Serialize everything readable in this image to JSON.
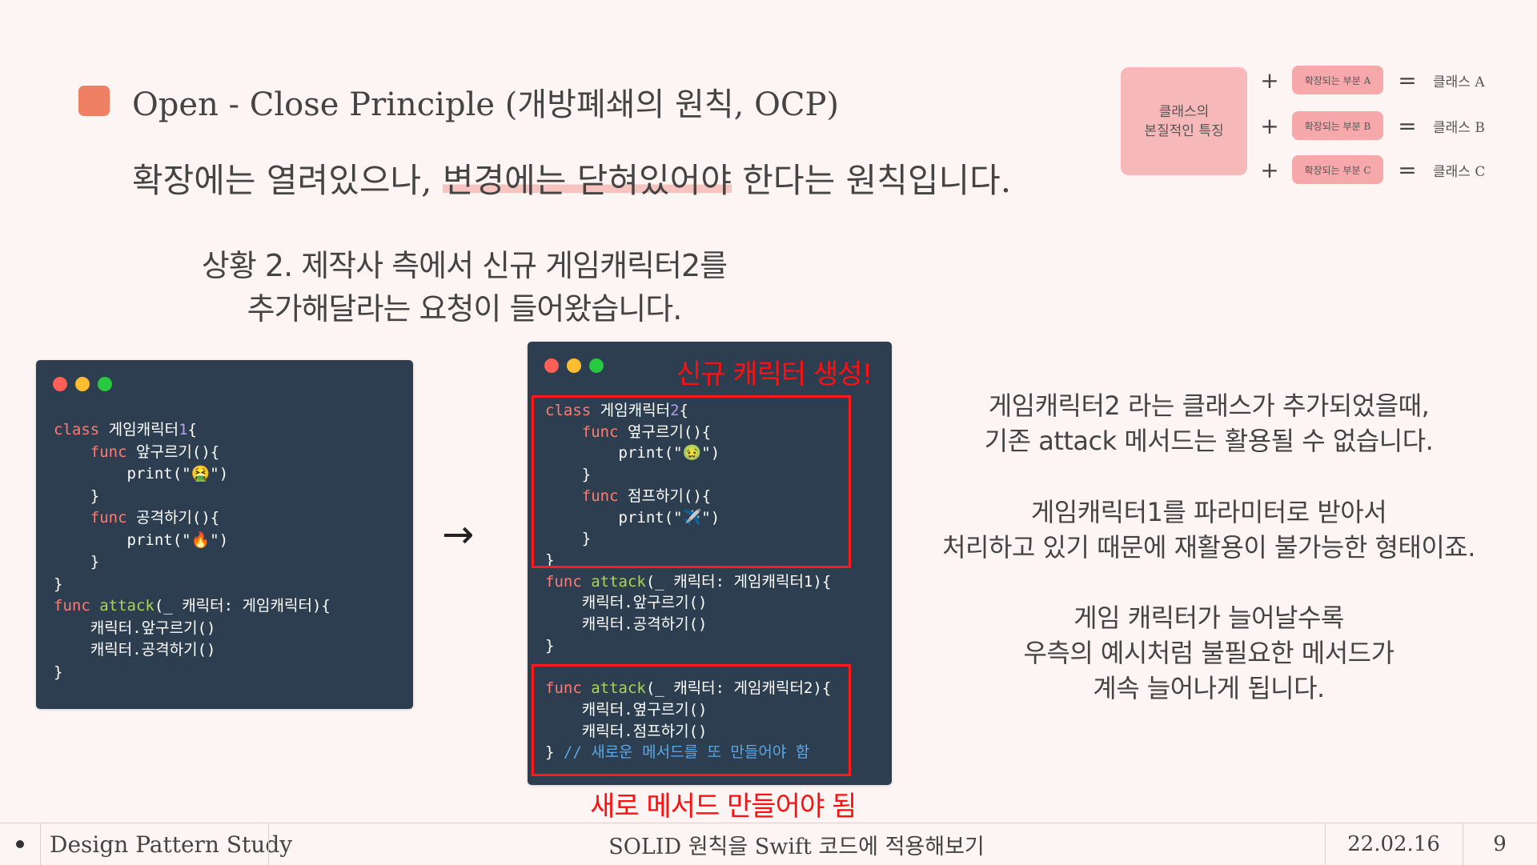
{
  "header": {
    "title": "Open - Close Principle (개방폐쇄의 원칙, OCP)",
    "subtitle_pre": "확장에는 열려있으나, ",
    "subtitle_hl": "변경에는 닫혀있어야",
    "subtitle_post": " 한다는 원칙입니다."
  },
  "diagram": {
    "class_box_line1": "클래스의",
    "class_box_line2": "본질적인 특징",
    "rows": [
      {
        "plus": "+",
        "ext": "확장되는 부분 A",
        "eq": "=",
        "result": "클래스 A"
      },
      {
        "plus": "+",
        "ext": "확장되는 부분 B",
        "eq": "=",
        "result": "클래스 B"
      },
      {
        "plus": "+",
        "ext": "확장되는 부분 C",
        "eq": "=",
        "result": "클래스 C"
      }
    ]
  },
  "situation": {
    "line1": "상황 2. 제작사 측에서 신규 게임캐릭터2를",
    "line2": "추가해달라는 요청이 들어왔습니다."
  },
  "code_left": {
    "class_kw": "class",
    "class_name": "게임캐릭터",
    "class_num": "1",
    "func_kw": "func",
    "m1": "앞구르기",
    "print_kw": "print",
    "emoji1": "🤮",
    "m2": "공격하기",
    "emoji2": "🔥",
    "attack": "attack",
    "param": "캐릭터",
    "param_type": "게임캐릭터",
    "call1": "캐릭터.앞구르기()",
    "call2": "캐릭터.공격하기()"
  },
  "code_right": {
    "class_name": "게임캐릭터",
    "class_num": "2",
    "m1": "옆구르기",
    "emoji1": "🤢",
    "m2": "점프하기",
    "emoji2": "✈️",
    "param_type1": "게임캐릭터1",
    "param_type2": "게임캐릭터2",
    "call1": "캐릭터.앞구르기()",
    "call2": "캐릭터.공격하기()",
    "call3": "캐릭터.옆구르기()",
    "call4": "캐릭터.점프하기()",
    "comment": "// 새로운 메서드를 또 만들어야 함"
  },
  "arrow": "→",
  "new_char_label": "신규 캐릭터 생성!",
  "must_make_label": "새로 메서드 만들어야 됨",
  "explain": {
    "p1_l1": "게임캐릭터2 라는 클래스가 추가되었을때,",
    "p1_l2": "기존 attack 메서드는 활용될 수 없습니다.",
    "p2_l1": "게임캐릭터1를 파라미터로 받아서",
    "p2_l2": "처리하고 있기 때문에 재활용이 불가능한 형태이죠.",
    "p3_l1": "게임 캐릭터가 늘어날수록",
    "p3_l2": "우측의 예시처럼 불필요한 메서드가",
    "p3_l3": "계속 늘어나게 됩니다."
  },
  "footer": {
    "left": "Design Pattern Study",
    "center": "SOLID 원칙을 Swift 코드에 적용해보기",
    "date": "22.02.16",
    "page": "9"
  },
  "colors": {
    "background": "#fdf5f3",
    "accent": "#f08064",
    "code_bg": "#2c3e50",
    "highlight_red": "#ff1a1a"
  }
}
